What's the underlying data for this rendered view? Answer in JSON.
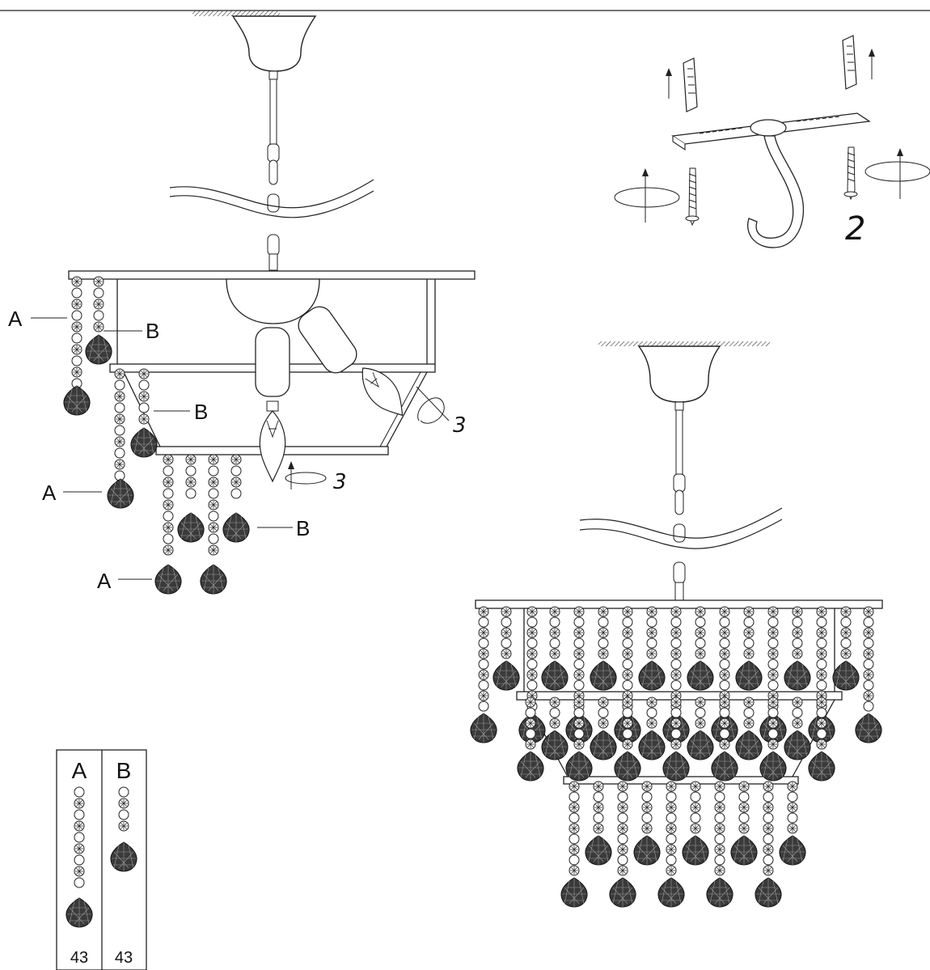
{
  "callouts": {
    "a1": "A",
    "a2": "A",
    "a3": "A",
    "b1": "B",
    "b2": "B",
    "b3": "B"
  },
  "steps": {
    "hook": "2",
    "rotate_side": "3",
    "rotate_bottom": "3"
  },
  "parts_table": {
    "col_a_label": "A",
    "col_b_label": "B",
    "col_a_count": "43",
    "col_b_count": "43"
  }
}
